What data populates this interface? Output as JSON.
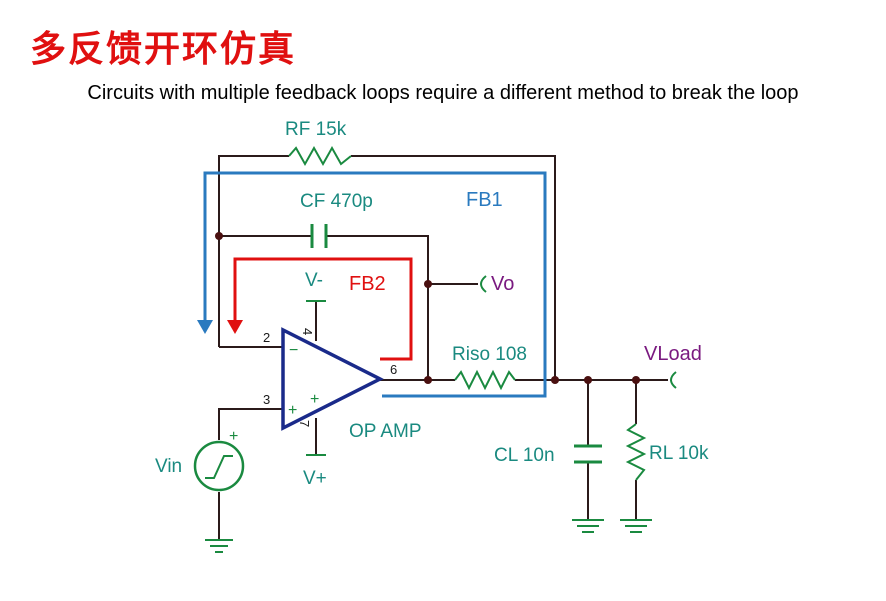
{
  "title": "多反馈开环仿真",
  "subtitle": "Circuits with multiple feedback loops require a different method to break the loop",
  "labels": {
    "rf": "RF 15k",
    "cf": "CF 470p",
    "fb1": "FB1",
    "fb2": "FB2",
    "vminus": "V-",
    "vplus": "V+",
    "vo": "Vo",
    "riso": "Riso 108",
    "vload": "VLoad",
    "opamp": "OP AMP",
    "cl": "CL 10n",
    "rl": "RL 10k",
    "vin": "Vin",
    "pin2": "2",
    "pin3": "3",
    "pin4": "4",
    "pin6": "6",
    "pin7": "7",
    "minus_sign": "−",
    "plus_sign": "+",
    "vin_plus": "+"
  },
  "colors": {
    "title": "#e01010",
    "wire": "#2b1a1a",
    "component": "#1a8a40",
    "fb1_arrow": "#2a7abf",
    "fb2_arrow": "#e01010",
    "opamp": "#1a2a8a",
    "probe_vo": "#7a1a80"
  }
}
